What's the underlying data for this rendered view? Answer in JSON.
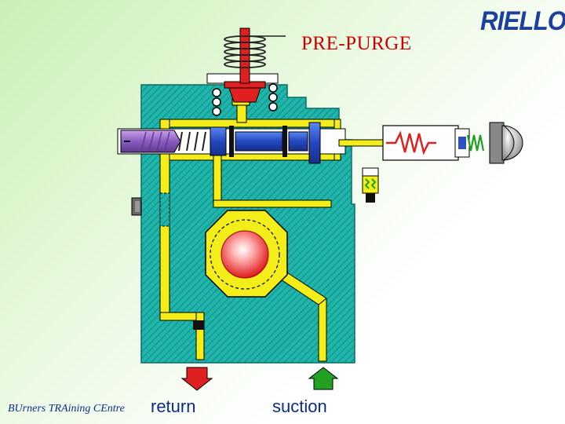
{
  "title": "PRE-PURGE",
  "logo": "RIELLO",
  "footer_credit": "BUrners TRAining CEntre",
  "labels": {
    "return": "return",
    "suction": "suction"
  },
  "colors": {
    "pump_body": "#20b2a8",
    "oil_channel": "#f3ee1a",
    "return_arrow": "#e02020",
    "suction_arrow": "#22a022",
    "spool": "#3060d0",
    "title": "#cc0000",
    "logo": "#1e3f9c"
  }
}
